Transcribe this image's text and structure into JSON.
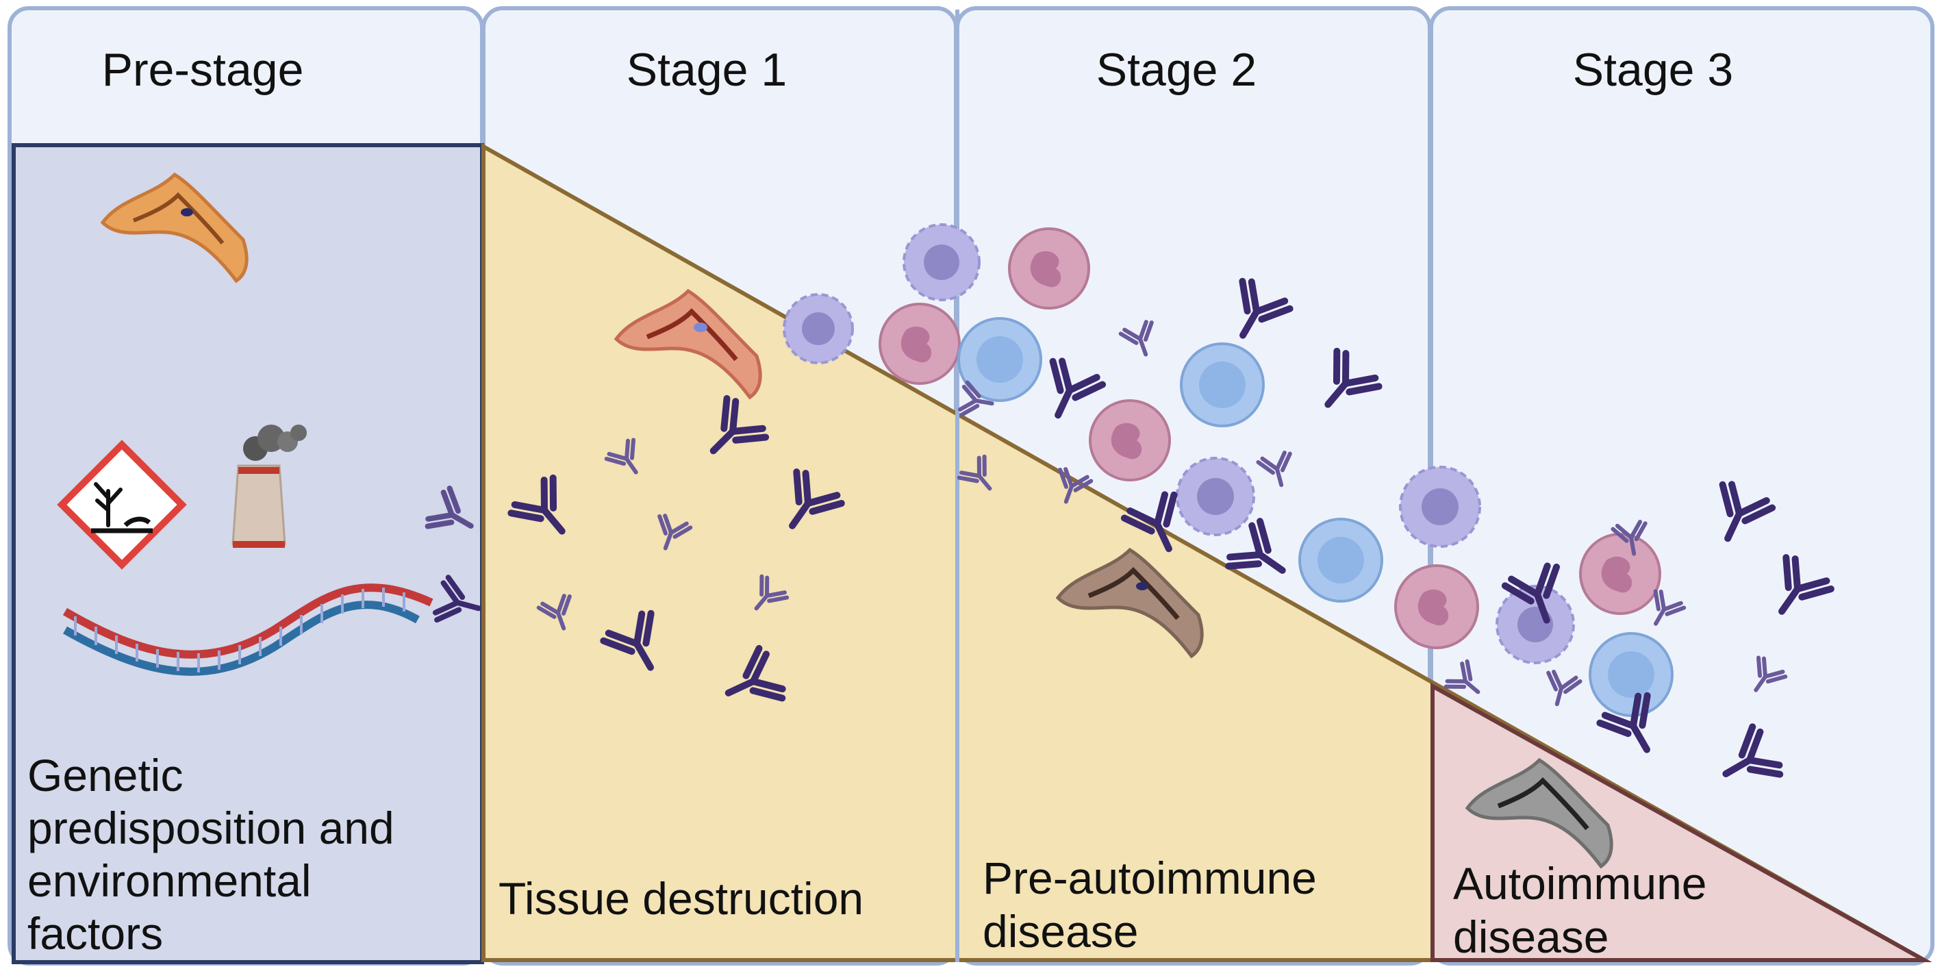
{
  "stages": [
    {
      "title": "Pre-stage",
      "caption_lines": [
        "Genetic",
        "predisposition and",
        "environmental",
        "factors"
      ]
    },
    {
      "title": "Stage 1",
      "caption_lines": [
        "Tissue destruction"
      ]
    },
    {
      "title": "Stage 2",
      "caption_lines": [
        "Pre-autoimmune",
        "disease"
      ]
    },
    {
      "title": "Stage 3",
      "caption_lines": [
        "Autoimmune",
        "disease"
      ]
    }
  ],
  "icons": {
    "healthy_tissue": "pancreatic-tissue-icon",
    "inflamed_tissue": "inflamed-tissue-icon",
    "damaged_tissue": "damaged-tissue-icon",
    "destroyed_tissue": "destroyed-tissue-icon",
    "hazard": "environmental-hazard-icon",
    "factory": "factory-chimney-icon",
    "dna": "dna-strand-icon",
    "antibody": "antibody-icon",
    "macrophage": "macrophage-cell-icon",
    "neutrophil": "neutrophil-cell-icon",
    "lymphocyte": "lymphocyte-cell-icon"
  },
  "colors": {
    "panel_border": "#9db2d6",
    "panel_fill": "#eef3fb",
    "prestage_fill": "#d3d8ea",
    "prestage_border": "#2b3b63",
    "tissue_destruction_fill": "#f3e3b5",
    "tissue_destruction_border": "#8a6a34",
    "autoimmune_fill": "#ecd2d2",
    "autoimmune_border": "#6b3a3a",
    "antibody": "#3b2a6e",
    "antibody_light": "#6a5a9a",
    "macrophage": "#b8b5e6",
    "neutrophil": "#c98aa8",
    "lymphocyte": "#a9c7ee"
  }
}
